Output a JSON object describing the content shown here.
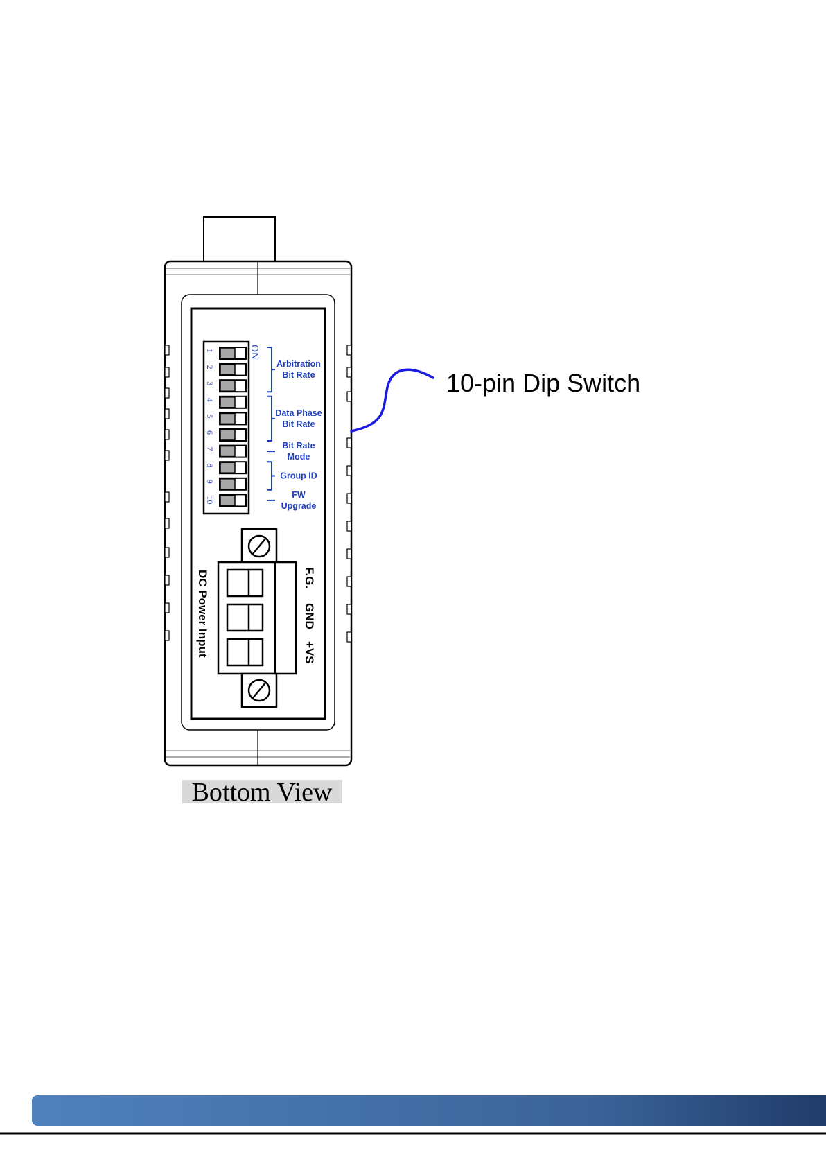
{
  "callout": {
    "label": "10-pin Dip Switch",
    "line_color": "#1a1ae0"
  },
  "view_label": "Bottom View",
  "dip_switch": {
    "on_label": "ON",
    "pins": [
      "1",
      "2",
      "3",
      "4",
      "5",
      "6",
      "7",
      "8",
      "9",
      "10"
    ],
    "groups": [
      {
        "lines": [
          "Arbitration",
          "Bit Rate"
        ]
      },
      {
        "lines": [
          "Data Phase",
          "Bit Rate"
        ]
      },
      {
        "lines": [
          "Bit Rate",
          "Mode"
        ]
      },
      {
        "lines": [
          "Group ID"
        ]
      },
      {
        "lines": [
          "FW",
          "Upgrade"
        ]
      }
    ]
  },
  "power_terminal": {
    "input_label": "DC Power Input",
    "pins": [
      "F.G.",
      "GND",
      "+VS"
    ]
  },
  "colors": {
    "label_blue": "#1f3fbf",
    "footer_bar_left": "#4f81bd",
    "footer_bar_right": "#1f3a68"
  }
}
